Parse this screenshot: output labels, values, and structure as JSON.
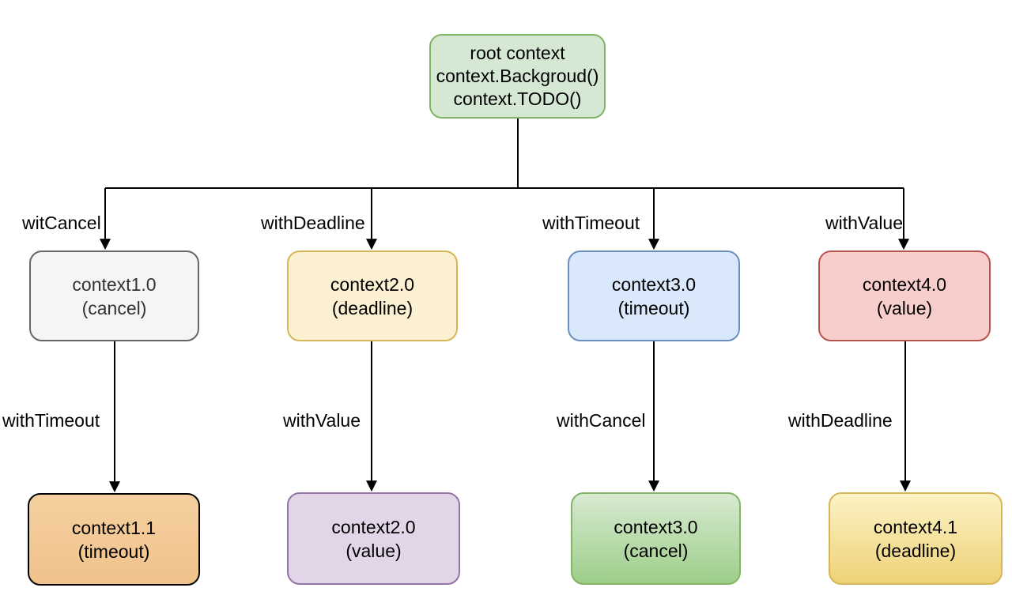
{
  "diagram": {
    "edge_color": "#000000",
    "root": {
      "line1": "root context",
      "line2": "context.Backgroud()",
      "line3": "context.TODO()",
      "fill": "#d5e8d4",
      "border": "#82b366"
    },
    "level1": [
      {
        "title": "context1.0",
        "subtitle": "(cancel)",
        "edge_label": "witCancel",
        "fill": "#f5f5f5",
        "border": "#666666",
        "text_color": "#333333"
      },
      {
        "title": "context2.0",
        "subtitle": "(deadline)",
        "edge_label": "withDeadline",
        "fill": "#fbf0d1",
        "border": "#d6b656"
      },
      {
        "title": "context3.0",
        "subtitle": "(timeout)",
        "edge_label": "withTimeout",
        "fill": "#dae8fc",
        "border": "#6c8ebf"
      },
      {
        "title": "context4.0",
        "subtitle": "(value)",
        "edge_label": "withValue",
        "fill": "#f8cecc",
        "border": "#b85450"
      }
    ],
    "level2": [
      {
        "title": "context1.1",
        "subtitle": "(timeout)",
        "edge_label": "withTimeout",
        "fill": "#f6d0a0",
        "fill2": "#efc28b",
        "border": "#000000"
      },
      {
        "title": "context2.0",
        "subtitle": "(value)",
        "edge_label": "withValue",
        "fill": "#e1d5e7",
        "border": "#9673a6"
      },
      {
        "title": "context3.0",
        "subtitle": "(cancel)",
        "edge_label": "withCancel",
        "fill": "#d7ead2",
        "fill2": "#9dce88",
        "border": "#82b366"
      },
      {
        "title": "context4.1",
        "subtitle": "(deadline)",
        "edge_label": "withDeadline",
        "fill": "#fcf2c5",
        "fill2": "#eed277",
        "border": "#d6b656"
      }
    ]
  }
}
